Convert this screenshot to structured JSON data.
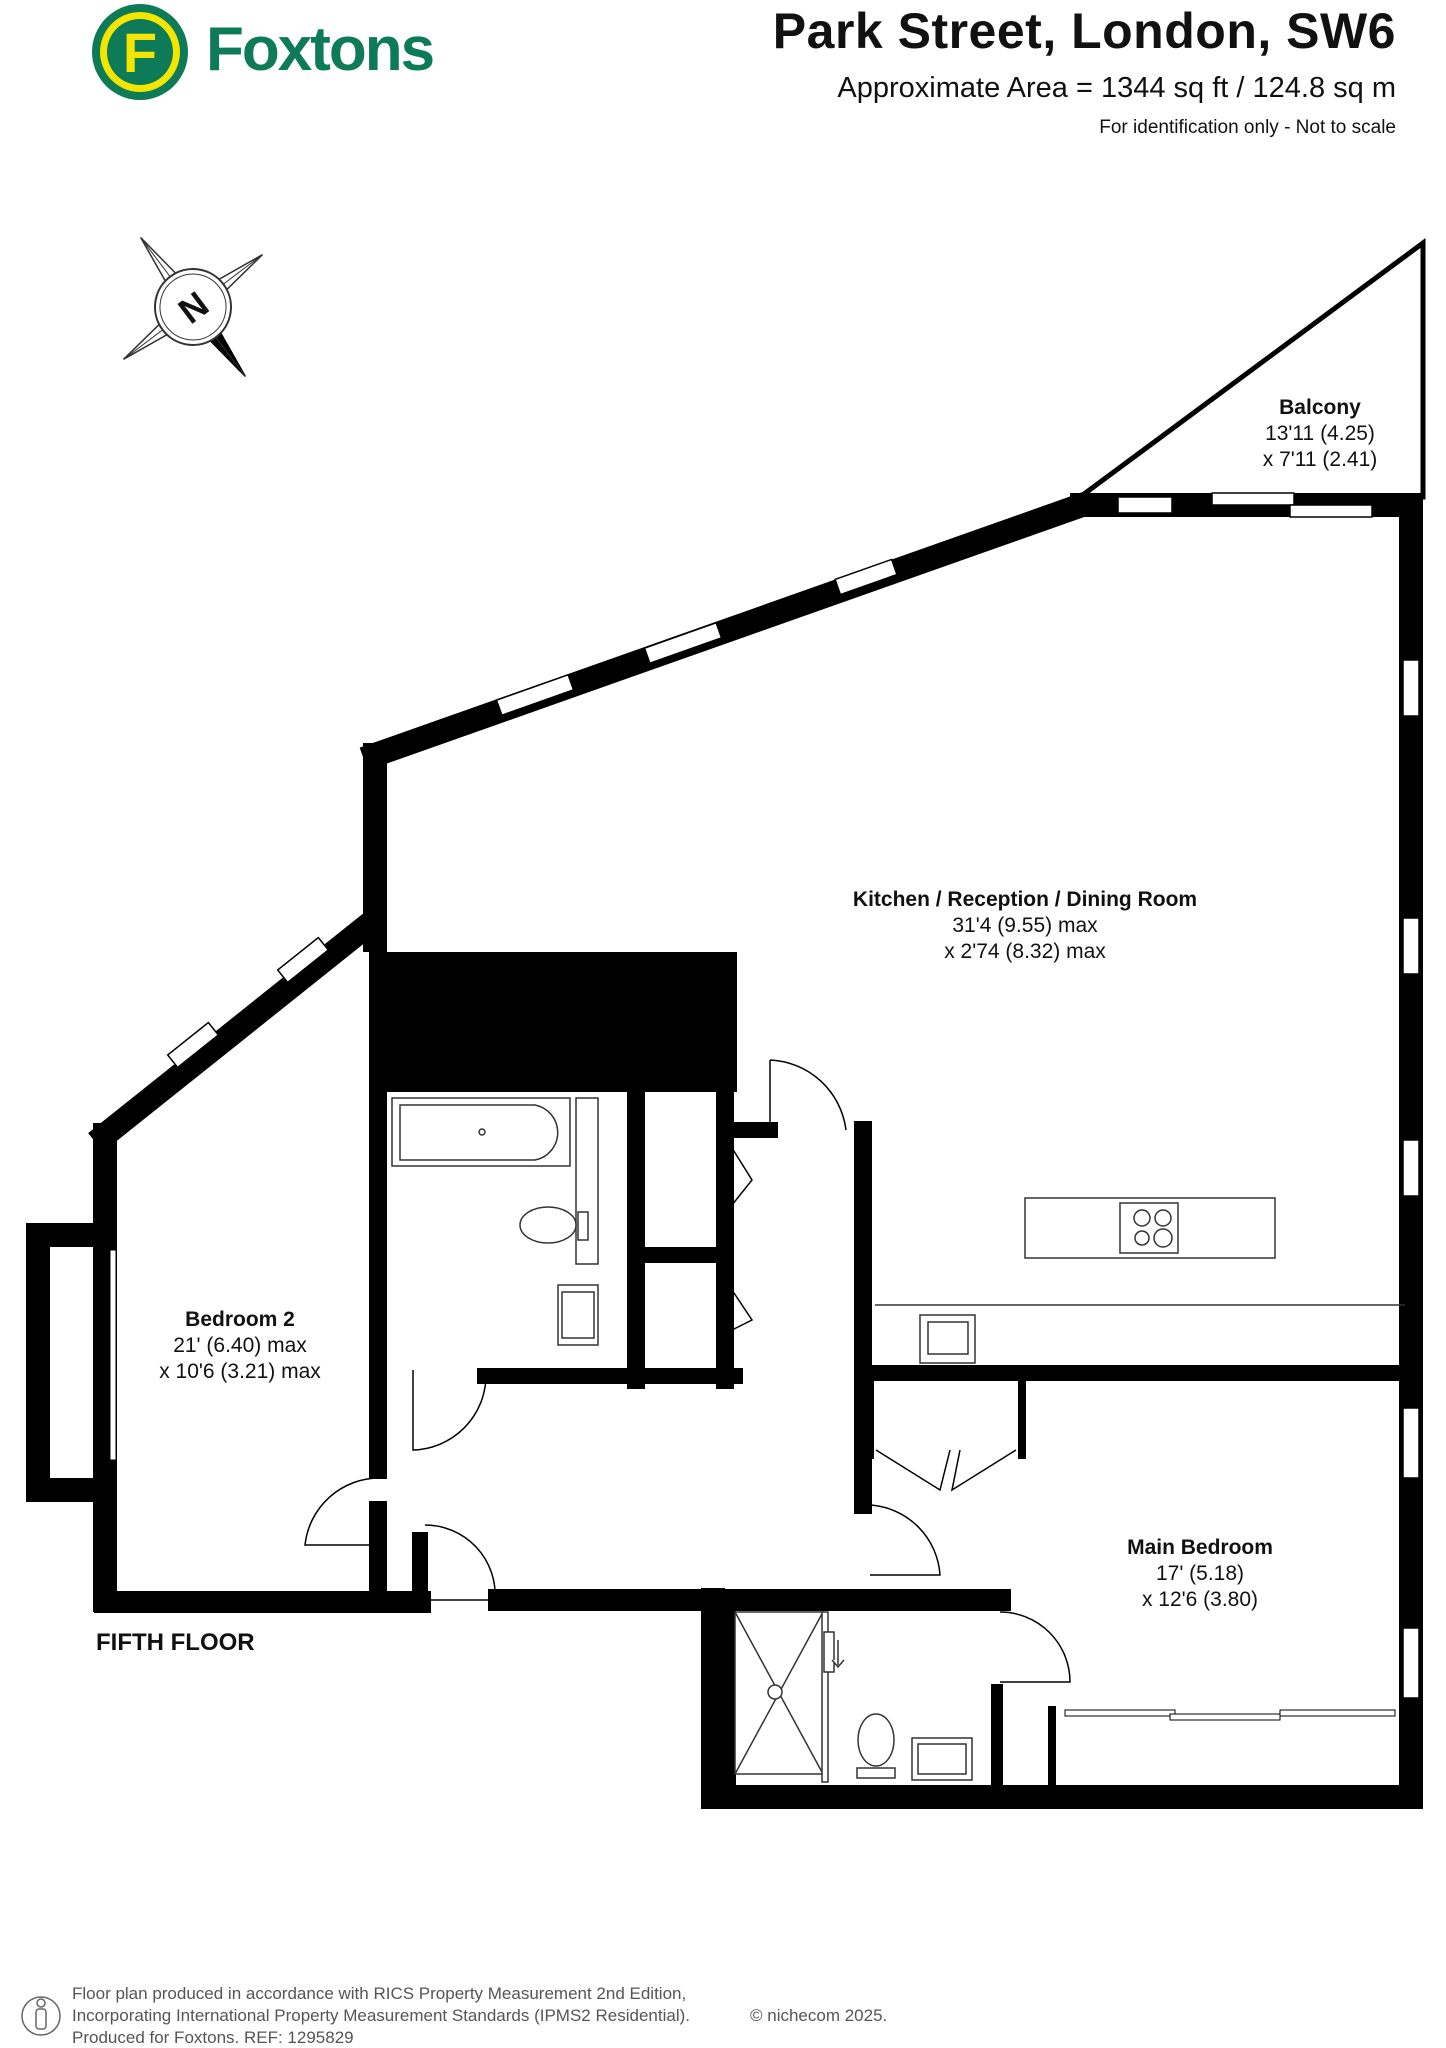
{
  "header": {
    "brand": "Foxtons",
    "logo_letter": "F",
    "title": "Park Street, London, SW6",
    "area": "Approximate Area = 1344 sq ft / 124.8 sq m",
    "identification": "For identification only - Not to scale"
  },
  "compass": {
    "letter": "N"
  },
  "rooms": [
    {
      "name": "Balcony",
      "dim1": "13'11 (4.25)",
      "dim2": "x 7'11 (2.41)"
    },
    {
      "name": "Kitchen / Reception / Dining Room",
      "dim1": "31'4 (9.55) max",
      "dim2": "x 2'74 (8.32) max"
    },
    {
      "name": "Bedroom 2",
      "dim1": "21' (6.40) max",
      "dim2": "x 10'6 (3.21) max"
    },
    {
      "name": "Main Bedroom",
      "dim1": "17' (5.18)",
      "dim2": "x 12'6 (3.80)"
    }
  ],
  "floor_label": "FIFTH FLOOR",
  "footer": {
    "line1": "Floor plan produced in accordance with RICS Property Measurement 2nd Edition,",
    "line2": "Incorporating International Property Measurement Standards (IPMS2 Residential).",
    "copyright": "© nichecom 2025.",
    "line3": "Produced for Foxtons.   REF:  1295829"
  },
  "colors": {
    "wall": "#000000",
    "brand_green": "#0d7a58",
    "brand_yellow": "#f2e500",
    "text": "#111111"
  }
}
